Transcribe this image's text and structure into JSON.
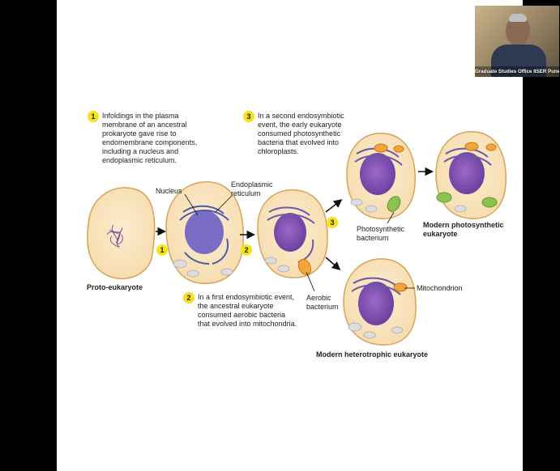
{
  "video": {
    "caption": "Graduate Studies Office IISER Pune"
  },
  "steps": {
    "s1": {
      "num": "1",
      "lines": [
        "Infoldings in the plasma",
        "membrane of an ancestral",
        "prokaryote gave rise to",
        "endomembrane components,",
        "including a nucleus and",
        "endoplasmic reticulum."
      ]
    },
    "s2": {
      "num": "2",
      "lines": [
        "In a first endosymbiotic event,",
        "the ancestral eukaryote",
        "consumed aerobic bacteria",
        "that evolved into mitochondria."
      ]
    },
    "s3": {
      "num": "3",
      "lines": [
        "In a second endosymbiotic",
        "event, the early eukaryote",
        "consumed photosynthetic",
        "bacteria that evolved into",
        "chloroplasts."
      ]
    }
  },
  "labels": {
    "nucleus": "Nucleus",
    "er": [
      "Endoplasmic",
      "reticulum"
    ],
    "aerobic": [
      "Aerobic",
      "bacterium"
    ],
    "photo_bact": [
      "Photosynthetic",
      "bacterium"
    ],
    "mito": "Mitochondrion",
    "proto": "Proto-eukaryote",
    "photo_euk": [
      "Modern photosynthetic",
      "eukaryote"
    ],
    "hetero": "Modern heterotrophic eukaryote"
  },
  "arrow_markers": {
    "a1": "1",
    "a2": "2",
    "a3": "3"
  }
}
